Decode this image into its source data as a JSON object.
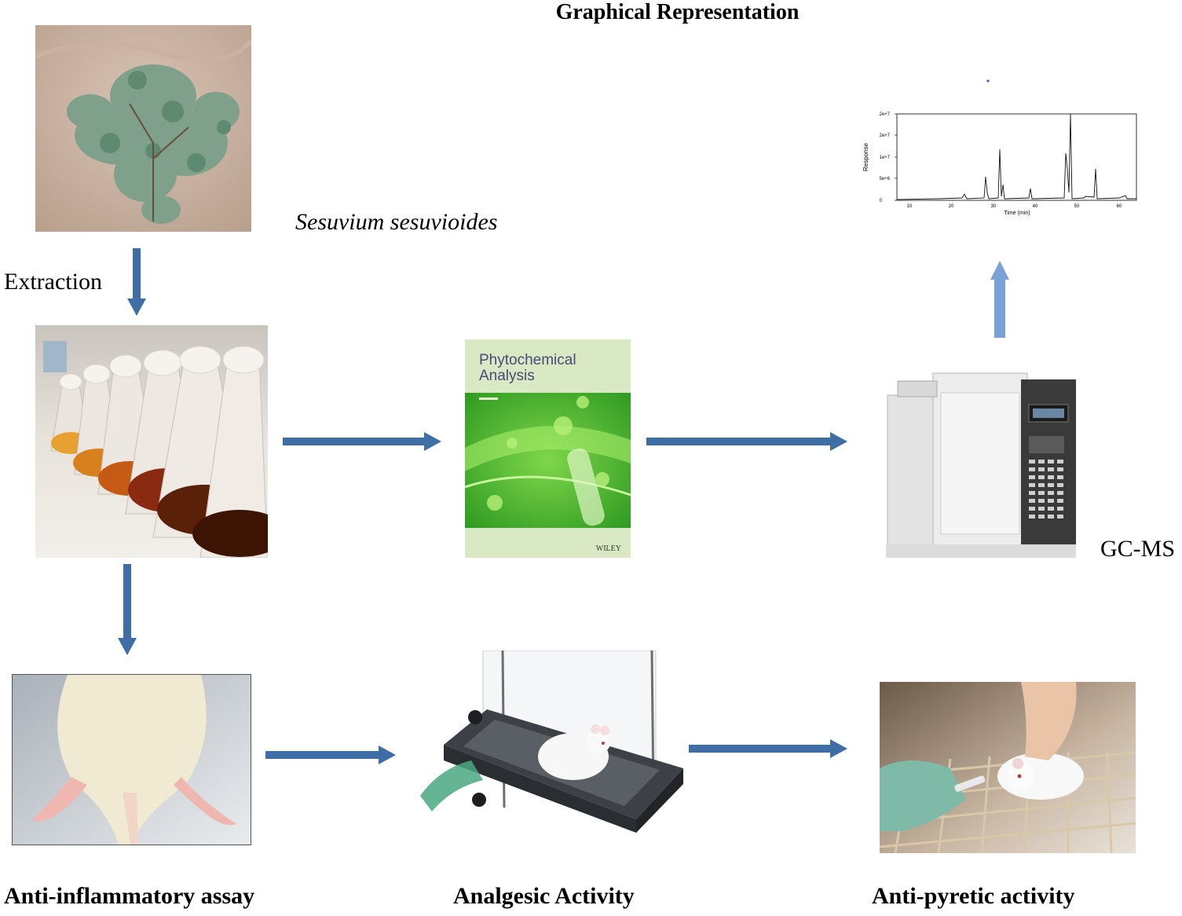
{
  "title": "Graphical Representation",
  "species": "Sesuvium sesuvioides",
  "step_extraction": "Extraction",
  "instrument_label": "GC-MS",
  "journal": {
    "title_line1": "Phytochemical",
    "title_line2": "Analysis",
    "publisher": "WILEY"
  },
  "chromatogram": {
    "ylabel": "Response",
    "xlabel": "Time (min)",
    "yticks": [
      "0",
      "5e+6",
      "1e+7",
      "2e+7",
      "2e+7"
    ],
    "xticks": [
      "10",
      "20",
      "30",
      "40",
      "50",
      "60"
    ]
  },
  "activities": {
    "anti_inflammatory": "Anti-inflammatory assay",
    "analgesic": "Analgesic Activity",
    "antipyretic": "Anti-pyretic activity"
  },
  "colors": {
    "arrow": "#3f6da6",
    "arrow_light": "#7ba2d6"
  }
}
